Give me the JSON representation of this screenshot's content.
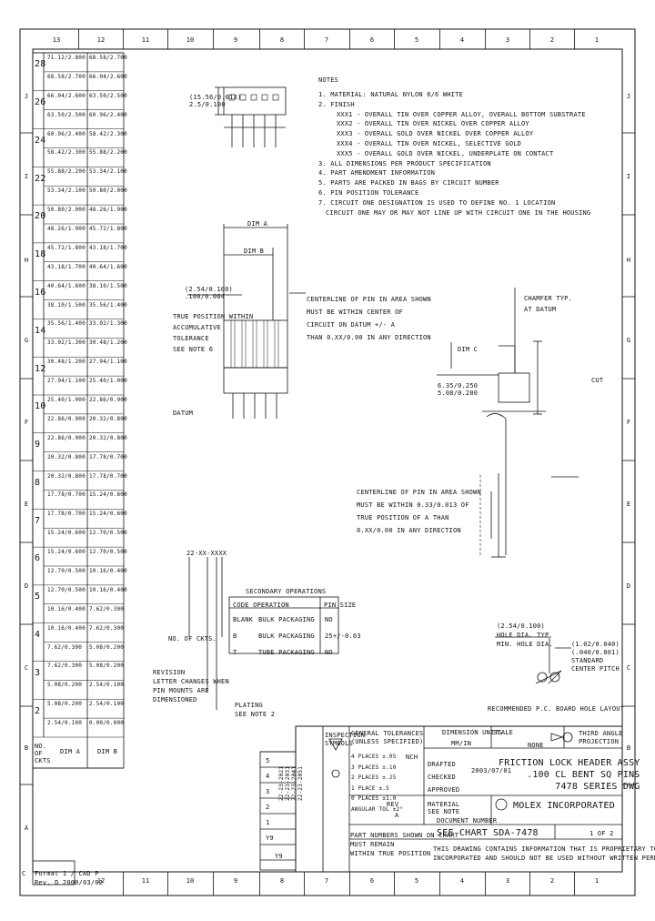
{
  "zones_top": [
    "13",
    "12",
    "11",
    "10",
    "9",
    "8",
    "7",
    "6",
    "5",
    "4",
    "3",
    "2",
    "1"
  ],
  "zones_bottom": [
    "12",
    "11",
    "10",
    "9",
    "8",
    "7",
    "6",
    "5",
    "4",
    "3",
    "2",
    "1"
  ],
  "zones_right": [
    "J",
    "I",
    "H",
    "G",
    "F",
    "E",
    "D",
    "C",
    "B"
  ],
  "zones_left": [
    "J",
    "I",
    "H",
    "G",
    "F",
    "E",
    "D",
    "C",
    "B",
    "A"
  ],
  "notes": {
    "title": "NOTES",
    "lines": [
      "1. MATERIAL: NATURAL NYLON 6/6 WHITE",
      "2. FINISH",
      "XXX1 - OVERALL TIN OVER COPPER ALLOY, OVERALL BOTTOM SUBSTRATE",
      "XXX2 - OVERALL TIN OVER NICKEL OVER COPPER ALLOY",
      "XXX3 - OVERALL GOLD OVER NICKEL OVER COPPER ALLOY",
      "XXX4 - OVERALL TIN OVER NICKEL, SELECTIVE GOLD",
      "XXX5 - OVERALL GOLD OVER NICKEL, UNDERPLATE ON CONTACT",
      "3. ALL DIMENSIONS PER PRODUCT SPECIFICATION",
      "4. PART AMENDMENT INFORMATION",
      "5. PARTS ARE PACKED IN BAGS BY CIRCUIT NUMBER",
      "6. PIN POSITION TOLERANCE",
      "7. CIRCUIT ONE DESIGNATION IS USED TO DEFINE NO. 1 LOCATION",
      "CIRCUIT ONE MAY OR MAY NOT LINE UP WITH CIRCUIT ONE IN THE HOUSING"
    ]
  },
  "dims": {
    "dim_a": "DIM A",
    "dim_b": "DIM B",
    "top_dim": "(15.56/0.613)\n2.5/0.100",
    "pitch": "(2.54/0.100)\n.100/0.004",
    "pitch_note": "TRUE POSITION WITHIN\nACCUMULATIVE\nTOLERANCE\nSEE NOTE 6",
    "right_note1": "CENTERLINE OF PIN IN AREA SHOWN\nMUST BE WITHIN CENTER OF\nCIRCUIT ON DATUM +/- A\nTHAN 0.XX/0.00 IN ANY DIRECTION",
    "right_side": "CHAMFER TYP.\nAT DATUM",
    "right_cut": "CUT",
    "center_pin": "CENTERLINE OF PIN IN AREA SHOWN\nMUST BE WITHIN 0.33/0.013 OF\nTRUE POSITION OF A THAN\n0.XX/0.00 IN ANY DIRECTION",
    "dim_c": "DIM C",
    "dim_d": "6.35/0.250\n5.08/0.200",
    "datum": "DATUM"
  },
  "left_table": {
    "header_dim_a": "DIM A",
    "header_dim_b": "DIM B",
    "rows": [
      {
        "ckt": "28",
        "a": "71.12/2.800",
        "b": "68.58/2.700"
      },
      {
        "ckt": "",
        "a": "68.58/2.700",
        "b": "66.04/2.600"
      },
      {
        "ckt": "26",
        "a": "66.04/2.600",
        "b": "63.50/2.500"
      },
      {
        "ckt": "",
        "a": "63.50/2.500",
        "b": "60.96/2.400"
      },
      {
        "ckt": "24",
        "a": "60.96/2.400",
        "b": "58.42/2.300"
      },
      {
        "ckt": "",
        "a": "58.42/2.300",
        "b": "55.88/2.200"
      },
      {
        "ckt": "22",
        "a": "55.88/2.200",
        "b": "53.34/2.100"
      },
      {
        "ckt": "",
        "a": "53.34/2.100",
        "b": "50.80/2.000"
      },
      {
        "ckt": "20",
        "a": "50.80/2.000",
        "b": "48.26/1.900"
      },
      {
        "ckt": "",
        "a": "48.26/1.900",
        "b": "45.72/1.800"
      },
      {
        "ckt": "18",
        "a": "45.72/1.800",
        "b": "43.18/1.700"
      },
      {
        "ckt": "",
        "a": "43.18/1.700",
        "b": "40.64/1.600"
      },
      {
        "ckt": "16",
        "a": "40.64/1.600",
        "b": "38.10/1.500"
      },
      {
        "ckt": "",
        "a": "38.10/1.500",
        "b": "35.56/1.400"
      },
      {
        "ckt": "14",
        "a": "35.56/1.400",
        "b": "33.02/1.300"
      },
      {
        "ckt": "",
        "a": "33.02/1.300",
        "b": "30.48/1.200"
      },
      {
        "ckt": "12",
        "a": "30.48/1.200",
        "b": "27.94/1.100"
      },
      {
        "ckt": "",
        "a": "27.94/1.100",
        "b": "25.40/1.000"
      },
      {
        "ckt": "10",
        "a": "25.40/1.000",
        "b": "22.86/0.900"
      },
      {
        "ckt": "",
        "a": "22.86/0.900",
        "b": "20.32/0.800"
      },
      {
        "ckt": "9",
        "a": "22.86/0.900",
        "b": "20.32/0.800"
      },
      {
        "ckt": "",
        "a": "20.32/0.800",
        "b": "17.78/0.700"
      },
      {
        "ckt": "8",
        "a": "20.32/0.800",
        "b": "17.78/0.700"
      },
      {
        "ckt": "",
        "a": "17.78/0.700",
        "b": "15.24/0.600"
      },
      {
        "ckt": "7",
        "a": "17.78/0.700",
        "b": "15.24/0.600"
      },
      {
        "ckt": "",
        "a": "15.24/0.600",
        "b": "12.70/0.500"
      },
      {
        "ckt": "6",
        "a": "15.24/0.600",
        "b": "12.70/0.500"
      },
      {
        "ckt": "",
        "a": "12.70/0.500",
        "b": "10.16/0.400"
      },
      {
        "ckt": "5",
        "a": "12.70/0.500",
        "b": "10.16/0.400"
      },
      {
        "ckt": "",
        "a": "10.16/0.400",
        "b": "7.62/0.300"
      },
      {
        "ckt": "4",
        "a": "10.16/0.400",
        "b": "7.62/0.300"
      },
      {
        "ckt": "",
        "a": "7.62/0.300",
        "b": "5.08/0.200"
      },
      {
        "ckt": "3",
        "a": "7.62/0.300",
        "b": "5.08/0.200"
      },
      {
        "ckt": "",
        "a": "5.08/0.200",
        "b": "2.54/0.100"
      },
      {
        "ckt": "2",
        "a": "5.08/0.200",
        "b": "2.54/0.100"
      },
      {
        "ckt": "",
        "a": "2.54/0.100",
        "b": "0.00/0.000"
      }
    ],
    "footer_ckt": "NO. OF CKTS",
    "footer_a": "DIM A",
    "footer_b": "DIM B"
  },
  "part_number": {
    "code": "22-XX-XXXX",
    "labels": [
      "NO. OF CKTS.",
      "REVISION\nLETTER CHANGES WHEN\nPIN MOUNTS ARE\nDIMENSIONED",
      "PLATING\nSEE NOTE 2"
    ]
  },
  "options_table": {
    "title": "SECONDARY OPERATIONS",
    "head1": "CODE  OPERATION",
    "head2": "PIN SIZE",
    "rows": [
      {
        "code": "BLANK",
        "op": "BULK PACKAGING",
        "val": "NO"
      },
      {
        "code": "B",
        "op": "BULK PACKAGING",
        "val": "25+/-0.03"
      },
      {
        "code": "T",
        "op": "TUBE PACKAGING",
        "val": "NO"
      }
    ]
  },
  "pcb_layout": {
    "title": "RECOMMENDED P.C. BOARD HOLE LAYOUT",
    "dim1": "(2.54/0.100)\nHOLE DIA. TYP.\nMIN. HOLE DIA.",
    "dim2": "(1.02/0.040)\n(.040/0.001)\nSTANDARD\nCENTER PITCH"
  },
  "title_block": {
    "tolerance_title": "GENERAL TOLERANCES\n(UNLESS SPECIFIED)",
    "dimension_units": "DIMENSION UNITS",
    "scale": "SCALE",
    "scale_value": "NONE",
    "units_value": "MM/IN",
    "drawing_title": "FRICTION LOCK HEADER ASSY\n.100 CL BENT SQ PINS\n7478 SERIES DWG",
    "company": "MOLEX INCORPORATED",
    "doc_label": "DOCUMENT NUMBER",
    "doc_number": "SEE CHART",
    "doc_size": "SDA-7478",
    "sheet": "1 OF 2",
    "projection": "THIRD ANGLE\nPROJECTION",
    "drafted": "DRAFTED",
    "approved": "APPROVED",
    "checked": "CHECKED",
    "material": "MATERIAL",
    "drawn_by": "NCH",
    "date": "2003/07/01",
    "material_value": "SEE NOTE",
    "proprietary": "THIS DRAWING CONTAINS INFORMATION THAT IS PROPRIETARY TO MOLEX\nINCORPORATED AND SHOULD NOT BE USED WITHOUT WRITTEN PERMISSION",
    "rev_label": "REV",
    "rev_value": "A",
    "series_note": "PART NUMBERS SHOWN ON CHART\nMUST REMAIN\nWITHIN TRUE POSITION",
    "sheet_ref": "Y9",
    "inspection": "INSPECTION\nSYMBOLS",
    "tol_values": [
      "4 PLACES ±.05",
      "3 PLACES ±.10",
      "2 PLACES ±.25",
      "1 PLACE ±.5",
      "0 PLACES ±1.0",
      "ANGULAR TOL ±2°"
    ],
    "side_part_nums": [
      "22-23-2021",
      "22-23-2031",
      "22-23-2041",
      "22-23-2051"
    ],
    "vert_small": [
      "5",
      "4",
      "3",
      "2",
      "1",
      "Y9"
    ]
  },
  "sheet_info": {
    "size": "C",
    "rev_line": "Rev. D 2000/03/02",
    "form_label": "Format 1 / CAD P"
  }
}
